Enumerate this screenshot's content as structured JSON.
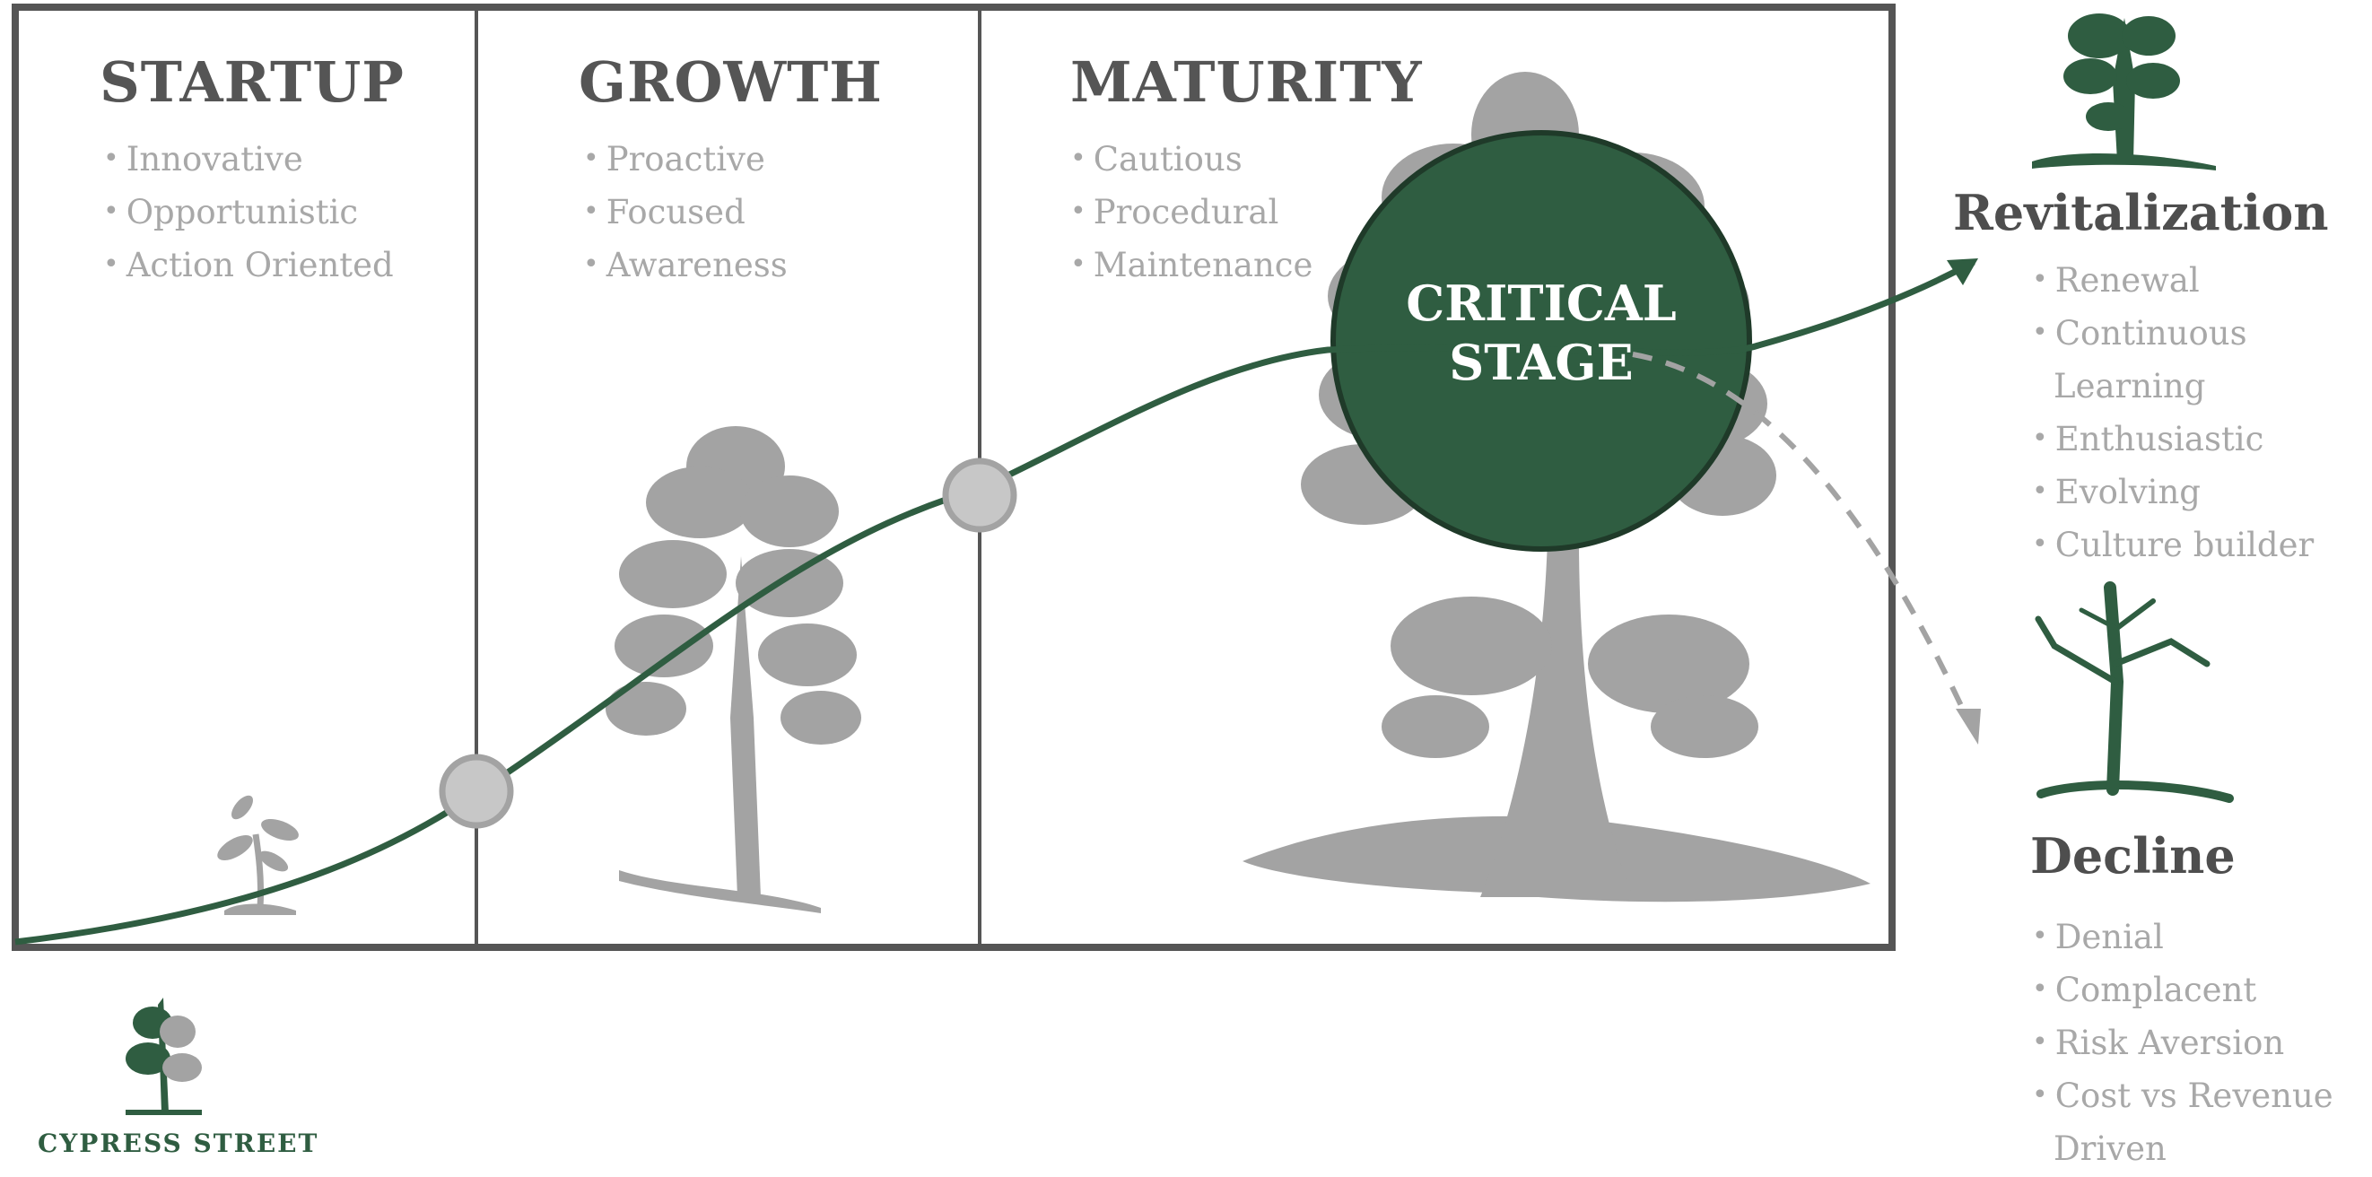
{
  "stages": [
    {
      "title": "STARTUP",
      "bullets": [
        "Innovative",
        "Opportunistic",
        "Action Oriented"
      ]
    },
    {
      "title": "GROWTH",
      "bullets": [
        "Proactive",
        "Focused",
        "Awareness"
      ]
    },
    {
      "title": "MATURITY",
      "bullets": [
        "Cautious",
        "Procedural",
        "Maintenance"
      ]
    }
  ],
  "critical_stage": {
    "line1": "CRITICAL",
    "line2": "STAGE"
  },
  "outcomes": {
    "revitalization": {
      "title": "Revitalization",
      "bullets": [
        "Renewal",
        "Continuous",
        "Learning",
        "Enthusiastic",
        "Evolving",
        "Culture builder"
      ]
    },
    "decline": {
      "title": "Decline",
      "bullets": [
        "Denial",
        "Complacent",
        "Risk Aversion",
        "Cost vs Revenue",
        "Driven"
      ]
    }
  },
  "brand": {
    "name": "CYPRESS STREET"
  },
  "colors": {
    "green": "#2f5d41",
    "gray_text": "#a8a8a8",
    "title_gray": "#555555",
    "tree_gray": "#a3a3a3",
    "border": "#555555"
  },
  "icons": {
    "startup": "sprout-icon",
    "growth": "young-tree-icon",
    "maturity": "mature-tree-icon",
    "revitalization": "healthy-tree-icon",
    "decline": "dead-tree-icon",
    "brand": "cypress-logo-icon"
  }
}
